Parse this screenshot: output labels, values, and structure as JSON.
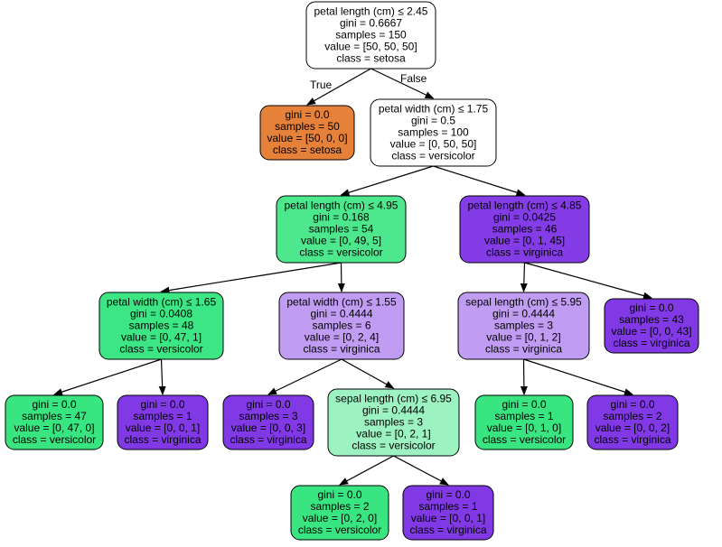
{
  "tree": {
    "nodes": [
      {
        "id": "n0",
        "lines": [
          "petal length (cm) ≤ 2.45",
          "gini = 0.6667",
          "samples = 150",
          "value = [50, 50, 50]",
          "class = setosa"
        ],
        "fill": "#ffffff"
      },
      {
        "id": "n1",
        "lines": [
          "gini = 0.0",
          "samples = 50",
          "value = [50, 0, 0]",
          "class = setosa"
        ],
        "fill": "#e58139"
      },
      {
        "id": "n2",
        "lines": [
          "petal width (cm) ≤ 1.75",
          "gini = 0.5",
          "samples = 100",
          "value = [0, 50, 50]",
          "class = versicolor"
        ],
        "fill": "#ffffff"
      },
      {
        "id": "n3",
        "lines": [
          "petal length (cm) ≤ 4.95",
          "gini = 0.168",
          "samples = 54",
          "value = [0, 49, 5]",
          "class = versicolor"
        ],
        "fill": "#4de88e"
      },
      {
        "id": "n4",
        "lines": [
          "petal length (cm) ≤ 4.85",
          "gini = 0.0425",
          "samples = 46",
          "value = [0, 1, 45]",
          "class = virginica"
        ],
        "fill": "#843de6"
      },
      {
        "id": "n5",
        "lines": [
          "petal width (cm) ≤ 1.65",
          "gini = 0.0408",
          "samples = 48",
          "value = [0, 47, 1]",
          "class = versicolor"
        ],
        "fill": "#3de684"
      },
      {
        "id": "n6",
        "lines": [
          "petal width (cm) ≤ 1.55",
          "gini = 0.4444",
          "samples = 6",
          "value = [0, 2, 4]",
          "class = virginica"
        ],
        "fill": "#c09cf2"
      },
      {
        "id": "n7",
        "lines": [
          "sepal length (cm) ≤ 5.95",
          "gini = 0.4444",
          "samples = 3",
          "value = [0, 1, 2]",
          "class = virginica"
        ],
        "fill": "#c09cf2"
      },
      {
        "id": "n8",
        "lines": [
          "gini = 0.0",
          "samples = 43",
          "value = [0, 0, 43]",
          "class = virginica"
        ],
        "fill": "#8139e5"
      },
      {
        "id": "n9",
        "lines": [
          "gini = 0.0",
          "samples = 47",
          "value = [0, 47, 0]",
          "class = versicolor"
        ],
        "fill": "#39e581"
      },
      {
        "id": "n10",
        "lines": [
          "gini = 0.0",
          "samples = 1",
          "value = [0, 0, 1]",
          "class = virginica"
        ],
        "fill": "#8139e5"
      },
      {
        "id": "n11",
        "lines": [
          "gini = 0.0",
          "samples = 3",
          "value = [0, 0, 3]",
          "class = virginica"
        ],
        "fill": "#8139e5"
      },
      {
        "id": "n12",
        "lines": [
          "sepal length (cm) ≤ 6.95",
          "gini = 0.4444",
          "samples = 3",
          "value = [0, 2, 1]",
          "class = versicolor"
        ],
        "fill": "#9cf2c0"
      },
      {
        "id": "n13",
        "lines": [
          "gini = 0.0",
          "samples = 1",
          "value = [0, 1, 0]",
          "class = versicolor"
        ],
        "fill": "#39e581"
      },
      {
        "id": "n14",
        "lines": [
          "gini = 0.0",
          "samples = 2",
          "value = [0, 0, 2]",
          "class = virginica"
        ],
        "fill": "#8139e5"
      },
      {
        "id": "n15",
        "lines": [
          "gini = 0.0",
          "samples = 2",
          "value = [0, 2, 0]",
          "class = versicolor"
        ],
        "fill": "#39e581"
      },
      {
        "id": "n16",
        "lines": [
          "gini = 0.0",
          "samples = 1",
          "value = [0, 0, 1]",
          "class = virginica"
        ],
        "fill": "#8139e5"
      }
    ],
    "edges": [
      {
        "from": "n0",
        "to": "n1",
        "label": "True"
      },
      {
        "from": "n0",
        "to": "n2",
        "label": "False"
      },
      {
        "from": "n2",
        "to": "n3",
        "label": ""
      },
      {
        "from": "n2",
        "to": "n4",
        "label": ""
      },
      {
        "from": "n3",
        "to": "n5",
        "label": ""
      },
      {
        "from": "n3",
        "to": "n6",
        "label": ""
      },
      {
        "from": "n4",
        "to": "n7",
        "label": ""
      },
      {
        "from": "n4",
        "to": "n8",
        "label": ""
      },
      {
        "from": "n5",
        "to": "n9",
        "label": ""
      },
      {
        "from": "n5",
        "to": "n10",
        "label": ""
      },
      {
        "from": "n6",
        "to": "n11",
        "label": ""
      },
      {
        "from": "n6",
        "to": "n12",
        "label": ""
      },
      {
        "from": "n7",
        "to": "n13",
        "label": ""
      },
      {
        "from": "n7",
        "to": "n14",
        "label": ""
      },
      {
        "from": "n12",
        "to": "n15",
        "label": ""
      },
      {
        "from": "n12",
        "to": "n16",
        "label": ""
      }
    ]
  }
}
